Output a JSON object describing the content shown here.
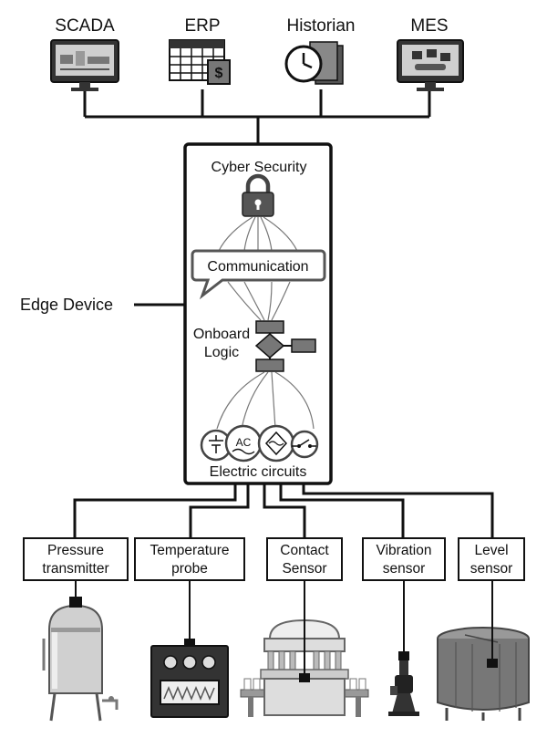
{
  "systems": [
    {
      "label": "SCADA",
      "icon": "scada-monitor-icon"
    },
    {
      "label": "ERP",
      "icon": "erp-spreadsheet-icon"
    },
    {
      "label": "Historian",
      "icon": "historian-clock-icon"
    },
    {
      "label": "MES",
      "icon": "mes-monitor-icon"
    }
  ],
  "edge_device": {
    "label": "Edge Device",
    "cyber_security": "Cyber Security",
    "communication": "Communication",
    "onboard_logic": [
      "Onboard",
      "Logic"
    ],
    "electric_circuits": "Electric circuits",
    "ac_label": "AC"
  },
  "sensors": [
    {
      "lines": [
        "Pressure",
        "transmitter"
      ],
      "equipment": "pressure-vessel-icon"
    },
    {
      "lines": [
        "Temperature",
        "probe"
      ],
      "equipment": "furnace-icon"
    },
    {
      "lines": [
        "Contact",
        "Sensor"
      ],
      "equipment": "filling-machine-icon"
    },
    {
      "lines": [
        "Vibration",
        "sensor"
      ],
      "equipment": "pump-icon"
    },
    {
      "lines": [
        "Level",
        "sensor"
      ],
      "equipment": "storage-tank-icon"
    }
  ],
  "colors": {
    "line": "#111111",
    "icon_fill": "#777777",
    "light_fill": "#d9d9d9"
  }
}
